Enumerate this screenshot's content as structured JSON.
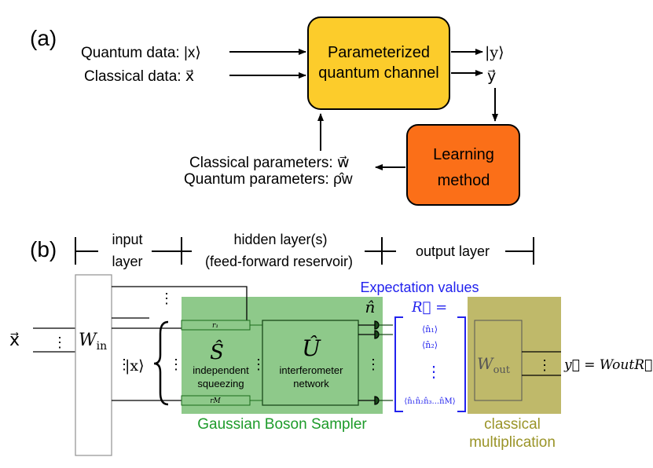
{
  "panel_a": {
    "label": "(a)",
    "input_quantum": "Quantum data: |x⟩",
    "input_classical": "Classical data: x⃗",
    "channel_line1": "Parameterized",
    "channel_line2": "quantum channel",
    "output_quantum": "|y⟩",
    "output_classical": "y⃗",
    "learning_line1": "Learning",
    "learning_line2": "method",
    "params_classical": "Classical parameters: w⃗",
    "params_quantum": "Quantum parameters: ρ̂w"
  },
  "panel_b": {
    "label": "(b)",
    "header_input_1": "input",
    "header_input_2": "layer",
    "header_hidden_1": "hidden layer(s)",
    "header_hidden_2": "(feed-forward reservoir)",
    "header_output": "output layer",
    "expectation_title": "Expectation values",
    "input_vector": "x⃗",
    "win_label": "W",
    "win_sub": "in",
    "ket_x": "|x⟩",
    "squeeze_param_1": "r₁",
    "squeeze_param_M": "rM",
    "s_hat": "Ŝ",
    "squeeze_line1": "independent",
    "squeeze_line2": "squeezing",
    "u_hat": "Û",
    "interf_line1": "interferometer",
    "interf_line2": "network",
    "n_hat": "n̂",
    "r_vector": "R⃗ =",
    "exp_1": "⟨n̂₁⟩",
    "exp_2": "⟨n̂₂⟩",
    "exp_M": "⟨n̂₁n̂₂n̂₃...n̂M⟩",
    "wout_label": "W",
    "wout_sub": "out",
    "output_eq": "y⃗ = WoutR⃗",
    "gbs_caption": "Gaussian Boson Sampler",
    "classical_caption_1": "classical",
    "classical_caption_2": "multiplication",
    "ellipsis": "⋮"
  },
  "colors": {
    "channel_box": "#fccc2b",
    "learning_box": "#fb6f18",
    "gbs_green": "#8ec98a",
    "gbs_text": "#1d9b2a",
    "expectation_blue": "#2222ee",
    "classical_olive": "#bfb96a",
    "classical_text": "#9a9428"
  }
}
